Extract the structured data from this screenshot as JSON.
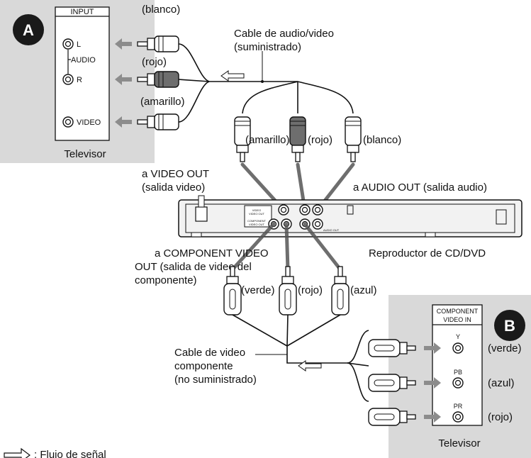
{
  "tv_a": {
    "badge": "A",
    "input_header": "INPUT",
    "jack_l": "L",
    "audio": "AUDIO",
    "jack_r": "R",
    "jack_video": "VIDEO",
    "name": "Televisor"
  },
  "labels": {
    "blanco_a": "(blanco)",
    "rojo_a": "(rojo)",
    "amarillo_a": "(amarillo)",
    "cable_av_1": "Cable de audio/video",
    "cable_av_2": "(suministrado)",
    "amarillo_b": "(amarillo)",
    "rojo_b": "(rojo)",
    "blanco_b": "(blanco)",
    "video_out_1": "a VIDEO OUT",
    "video_out_2": "(salida video)",
    "audio_out": "a AUDIO OUT (salida audio)",
    "player": "Reproductor de CD/DVD",
    "comp_out_1": "a COMPONENT VIDEO",
    "comp_out_2": "OUT (salida de video del",
    "comp_out_3": "componente)",
    "verde_a": "(verde)",
    "rojo_c": "(rojo)",
    "azul_a": "(azul)",
    "comp_cable_1": "Cable de video",
    "comp_cable_2": "componente",
    "comp_cable_3": "(no suministrado)"
  },
  "player_panel": {
    "video": "VIDEO",
    "video_out": "VIDEO OUT",
    "component": "COMPONENT",
    "component_video_out": "VIDEO OUT",
    "audio_out": "AUDIO OUT"
  },
  "tv_b": {
    "badge": "B",
    "header_1": "COMPONENT",
    "header_2": "VIDEO IN",
    "y": "Y",
    "pb": "PB",
    "pr": "PR",
    "verde": "(verde)",
    "azul": "(azul)",
    "rojo": "(rojo)",
    "name": "Televisor"
  },
  "legend": {
    "signal_flow": ": Flujo de señal"
  },
  "colors": {
    "panel_bg": "#d9d9d9",
    "badge": "#1a1a1a",
    "arrow": "#8c8c8c",
    "plug_light": "#ffffff",
    "plug_mid": "#a8a8a8",
    "plug_dark": "#6e6e6e"
  }
}
